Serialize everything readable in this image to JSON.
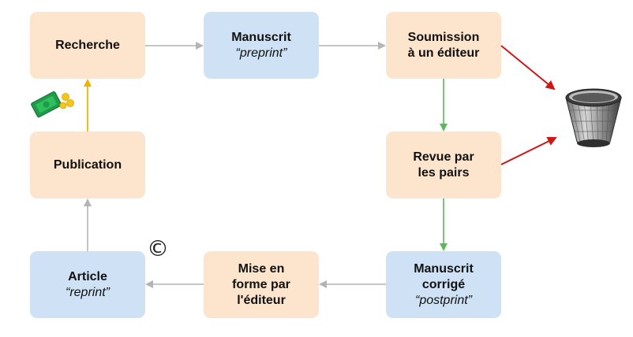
{
  "nodes": {
    "recherche": {
      "lines": [
        "Recherche"
      ],
      "sub": ""
    },
    "manuscrit": {
      "lines": [
        "Manuscrit"
      ],
      "sub": "“preprint”"
    },
    "soumission": {
      "lines": [
        "Soumission",
        "à un éditeur"
      ],
      "sub": ""
    },
    "revue": {
      "lines": [
        "Revue par",
        "les pairs"
      ],
      "sub": ""
    },
    "manuscrit_corrige": {
      "lines": [
        "Manuscrit",
        "corrigé"
      ],
      "sub": "“postprint”"
    },
    "mise_en_forme": {
      "lines": [
        "Mise en",
        "forme par",
        "l'éditeur"
      ],
      "sub": ""
    },
    "article": {
      "lines": [
        "Article"
      ],
      "sub": "“reprint”"
    },
    "publication": {
      "lines": [
        "Publication"
      ],
      "sub": ""
    }
  },
  "symbols": {
    "copyright": "©"
  },
  "colors": {
    "orange_box": "#fde4cc",
    "blue_box": "#cfe1f4",
    "gray_arrow": "#b4b4b4",
    "green_arrow": "#5cb85c",
    "red_arrow": "#d01515",
    "yellow_arrow": "#f0b400"
  },
  "icons": [
    "trash-bin-icon",
    "money-icon"
  ]
}
